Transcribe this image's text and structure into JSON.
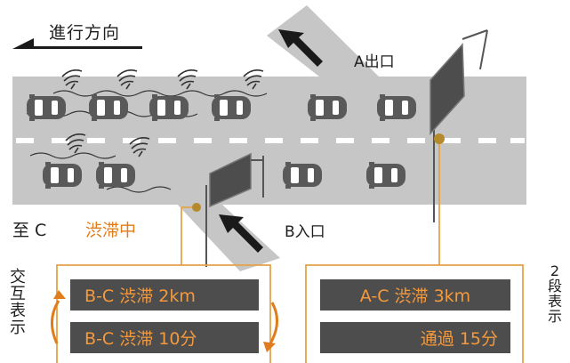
{
  "direction": {
    "label": "進行方向"
  },
  "exit_a": {
    "label": "A出口"
  },
  "entry_b": {
    "label": "B入口"
  },
  "status": {
    "to_c": "至 C",
    "congestion": "渋滞中"
  },
  "panel_left": {
    "vertical_label": [
      "交",
      "互",
      "表",
      "示"
    ],
    "line1": "B-C 渋滞 2km",
    "line2": "B-C 渋滞 10分"
  },
  "panel_right": {
    "vertical_label": [
      "2",
      "段",
      "表",
      "示"
    ],
    "line1": "A-C 渋滞 3km",
    "line2": "通過 15分"
  },
  "colors": {
    "road": "#c6c6c6",
    "lane_marking": "#ffffff",
    "sign_board": "#4d4d4d",
    "sign_text": "#f59a3c",
    "callout_line": "#e3a44a",
    "car_body": "#595959",
    "arrow": "#1a1a1a"
  }
}
